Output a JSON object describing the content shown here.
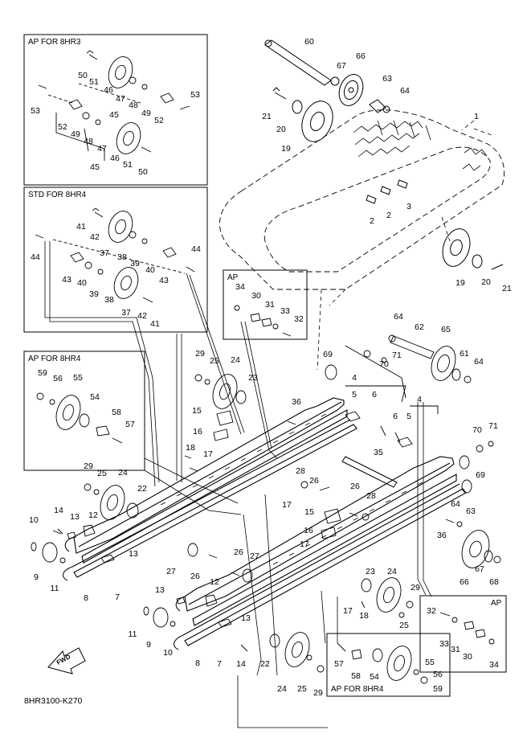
{
  "boxes": {
    "ap_8hr3": "AP FOR 8HR3",
    "std_8hr4": "STD FOR 8HR4",
    "ap_8hr4_left": "AP FOR 8HR4",
    "ap_center": "AP",
    "ap_right": "AP",
    "ap_8hr4_bottom": "AP FOR 8HR4"
  },
  "fwd_label": "FWD",
  "drawing_code": "8HR3100-K270",
  "callouts": {
    "c60": "60",
    "c66": "66",
    "c67": "67",
    "c63": "63",
    "c64a": "64",
    "c21a": "21",
    "c20a": "20",
    "c19a": "19",
    "c1": "1",
    "c2a": "2",
    "c2b": "2",
    "c3": "3",
    "c19b": "19",
    "c20b": "20",
    "c21b": "21",
    "h3_50a": "50",
    "h3_51a": "51",
    "h3_46a": "46",
    "h3_47a": "47",
    "h3_48a": "48",
    "h3_45a": "45",
    "h3_49a": "49",
    "h3_52a": "52",
    "h3_53a": "53",
    "h3_53b": "53",
    "h3_52b": "52",
    "h3_49b": "49",
    "h3_48b": "48",
    "h3_47b": "47",
    "h3_46b": "46",
    "h3_51b": "51",
    "h3_45b": "45",
    "h3_50b": "50",
    "h4_41a": "41",
    "h4_42a": "42",
    "h4_37a": "37",
    "h4_38a": "38",
    "h4_39a": "39",
    "h4_40a": "40",
    "h4_43a": "43",
    "h4_44a": "44",
    "h4_44b": "44",
    "h4_43b": "43",
    "h4_40b": "40",
    "h4_39b": "39",
    "h4_38b": "38",
    "h4_37b": "37",
    "h4_42b": "42",
    "h4_41b": "41",
    "apc_34": "34",
    "apc_30": "30",
    "apc_31": "31",
    "apc_33": "33",
    "apc_32": "32",
    "c62": "62",
    "c65": "65",
    "c64b": "64",
    "c64c": "64",
    "c69a": "69",
    "c71a": "71",
    "c70a": "70",
    "c61": "61",
    "c4a": "4",
    "c5a": "5",
    "c6a": "6",
    "l_59": "59",
    "l_56": "56",
    "l_55": "55",
    "l_54": "54",
    "l_58": "58",
    "l_57": "57",
    "c29a": "29",
    "c25a": "25",
    "c24a": "24",
    "c23a": "23",
    "c15a": "15",
    "c16a": "16",
    "c36a": "36",
    "c18a": "18",
    "c17a": "17",
    "c17b": "17",
    "c4b": "4",
    "c5b": "5",
    "c6b": "6",
    "c70b": "70",
    "c71b": "71",
    "c69b": "69",
    "c35": "35",
    "c28a": "28",
    "c26a": "26",
    "c29b": "29",
    "c25b": "25",
    "c24b": "24",
    "c22a": "22",
    "c10a": "10",
    "c14a": "14",
    "c13a": "13",
    "c12a": "12",
    "c13b": "13",
    "c9a": "9",
    "c11a": "11",
    "c8a": "8",
    "c7a": "7",
    "c27a": "27",
    "c26b": "26",
    "c26c": "26",
    "c28b": "28",
    "c15b": "15",
    "c16b": "16",
    "c17c": "17",
    "c64d": "64",
    "c63b": "63",
    "c36b": "36",
    "c66b": "66",
    "c67b": "67",
    "c68": "68",
    "c26d": "26",
    "c27b": "27",
    "c12b": "12",
    "c13c": "13",
    "c13d": "13",
    "c23b": "23",
    "c24c": "24",
    "c29c": "29",
    "c25c": "25",
    "c17d": "17",
    "c18b": "18",
    "c11b": "11",
    "c9b": "9",
    "c10b": "10",
    "c8b": "8",
    "c7b": "7",
    "c14b": "14",
    "c22b": "22",
    "c24d": "24",
    "c25d": "25",
    "c29d": "29",
    "b_57": "57",
    "b_58": "58",
    "b_54": "54",
    "b_55": "55",
    "b_56": "56",
    "b_59": "59",
    "apr_32": "32",
    "apr_33": "33",
    "apr_31": "31",
    "apr_30": "30",
    "apr_34": "34"
  }
}
